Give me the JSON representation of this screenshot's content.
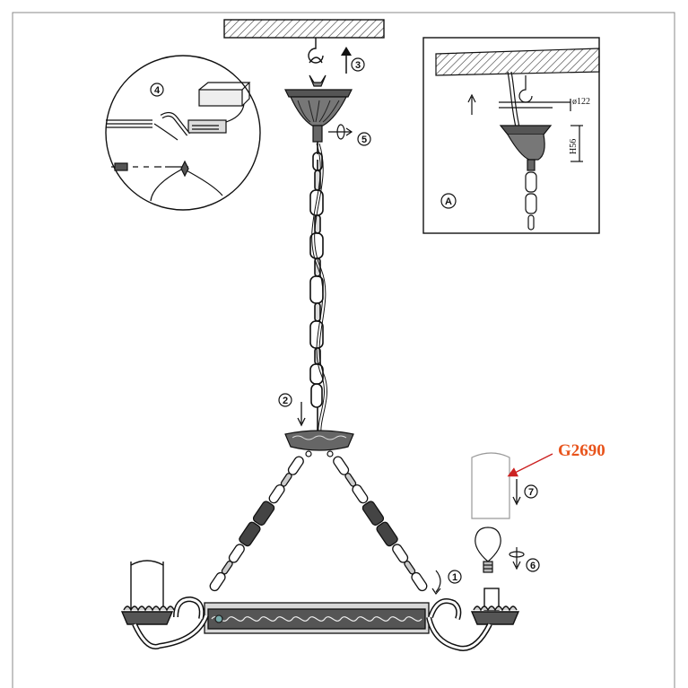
{
  "steps": [
    "1",
    "2",
    "3",
    "4",
    "5",
    "6",
    "7"
  ],
  "detail_label": "A",
  "dimensions": {
    "diameter": "ø122",
    "height": "H56"
  },
  "part_code": "G2690",
  "colors": {
    "line": "#111111",
    "part_code": "#e8541c",
    "arrow": "#cc2222"
  }
}
